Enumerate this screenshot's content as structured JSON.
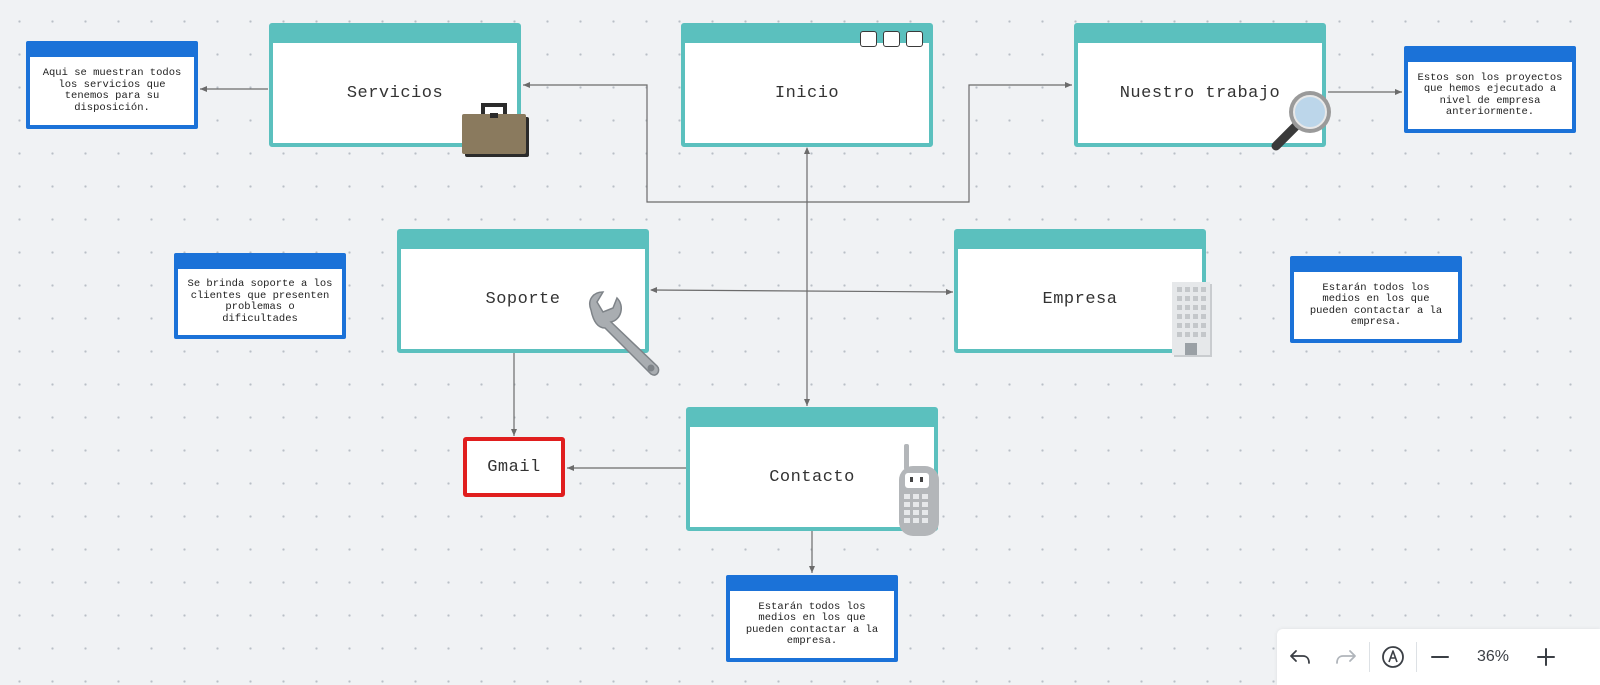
{
  "colors": {
    "page_border": "#5bc0be",
    "note_border": "#1b72d8",
    "gmail_border": "#e01e1e",
    "connector": "#6b6b6b",
    "background": "#f0f2f4"
  },
  "pages": {
    "inicio": "Inicio",
    "servicios": "Servicios",
    "nuestro_trabajo": "Nuestro trabajo",
    "soporte": "Soporte",
    "empresa": "Empresa",
    "contacto": "Contacto",
    "gmail": "Gmail"
  },
  "notes": {
    "servicios": "Aqui se muestran todos\nlos servicios que\ntenemos para su\ndisposición.",
    "nuestro_trabajo": "Estos son los proyectos\nque hemos ejecutado a\nnivel de empresa\nanteriormente.",
    "soporte": "Se brinda soporte a los\nclientes que presenten\nproblemas o\ndificultades",
    "empresa": "Estarán todos  los\nmedios en los que\npueden contactar a la\nempresa.",
    "contacto": "Estarán todos  los\nmedios en los que\npueden contactar a la\nempresa."
  },
  "icons": {
    "servicios": "briefcase-icon",
    "nuestro_trabajo": "magnifier-icon",
    "soporte": "wrench-icon",
    "empresa": "building-icon",
    "contacto": "mobile-phone-icon"
  },
  "toolbar": {
    "undo": "undo-icon",
    "redo": "redo-icon",
    "pen": "pen-icon",
    "zoom_out": "minus-icon",
    "zoom_level": "36%",
    "zoom_in": "plus-icon"
  }
}
